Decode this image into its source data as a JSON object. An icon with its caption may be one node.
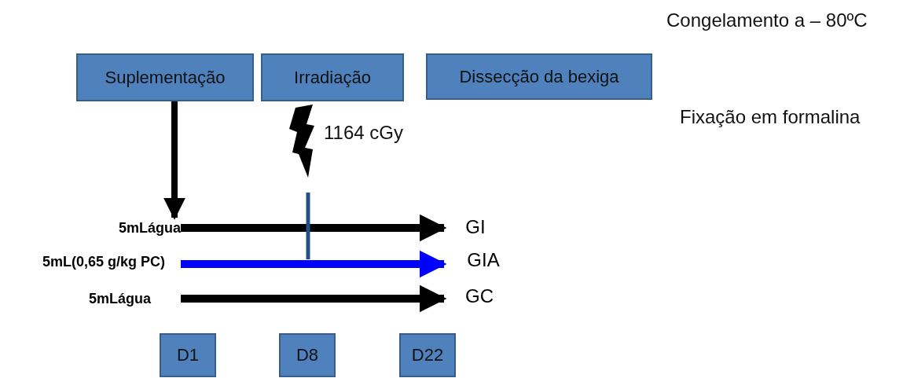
{
  "diagram": {
    "nodes": [
      {
        "text": [
          "Suplementação"
        ]
      },
      {
        "text": [
          "Irradiação"
        ]
      },
      {
        "text": [
          "Dissecção da bexiga"
        ]
      },
      {
        "text": [
          "D1"
        ]
      },
      {
        "text": [
          "D8"
        ]
      },
      {
        "text": [
          "D22"
        ]
      },
      {
        "text": [
          "5mLágua"
        ]
      },
      {
        "text": [
          "5mL(0,65 g/kg PC)"
        ]
      },
      {
        "text": [
          "5mLágua"
        ]
      },
      {
        "text": [
          "GI"
        ]
      },
      {
        "text": [
          "GIA"
        ]
      },
      {
        "text": [
          "GC"
        ]
      }
    ],
    "edges": [
      {
        "from": 0,
        "to": 6,
        "arrow": "to"
      },
      {
        "from": 6,
        "to": 9,
        "arrow": "to"
      },
      {
        "from": 7,
        "to": 10,
        "arrow": "to",
        "color": "#0000ff"
      },
      {
        "from": 8,
        "to": 11,
        "arrow": "to"
      }
    ],
    "labels": [
      "Congelamento a – 80ºC",
      "1164 cGy",
      "Fixação em formalina"
    ]
  }
}
